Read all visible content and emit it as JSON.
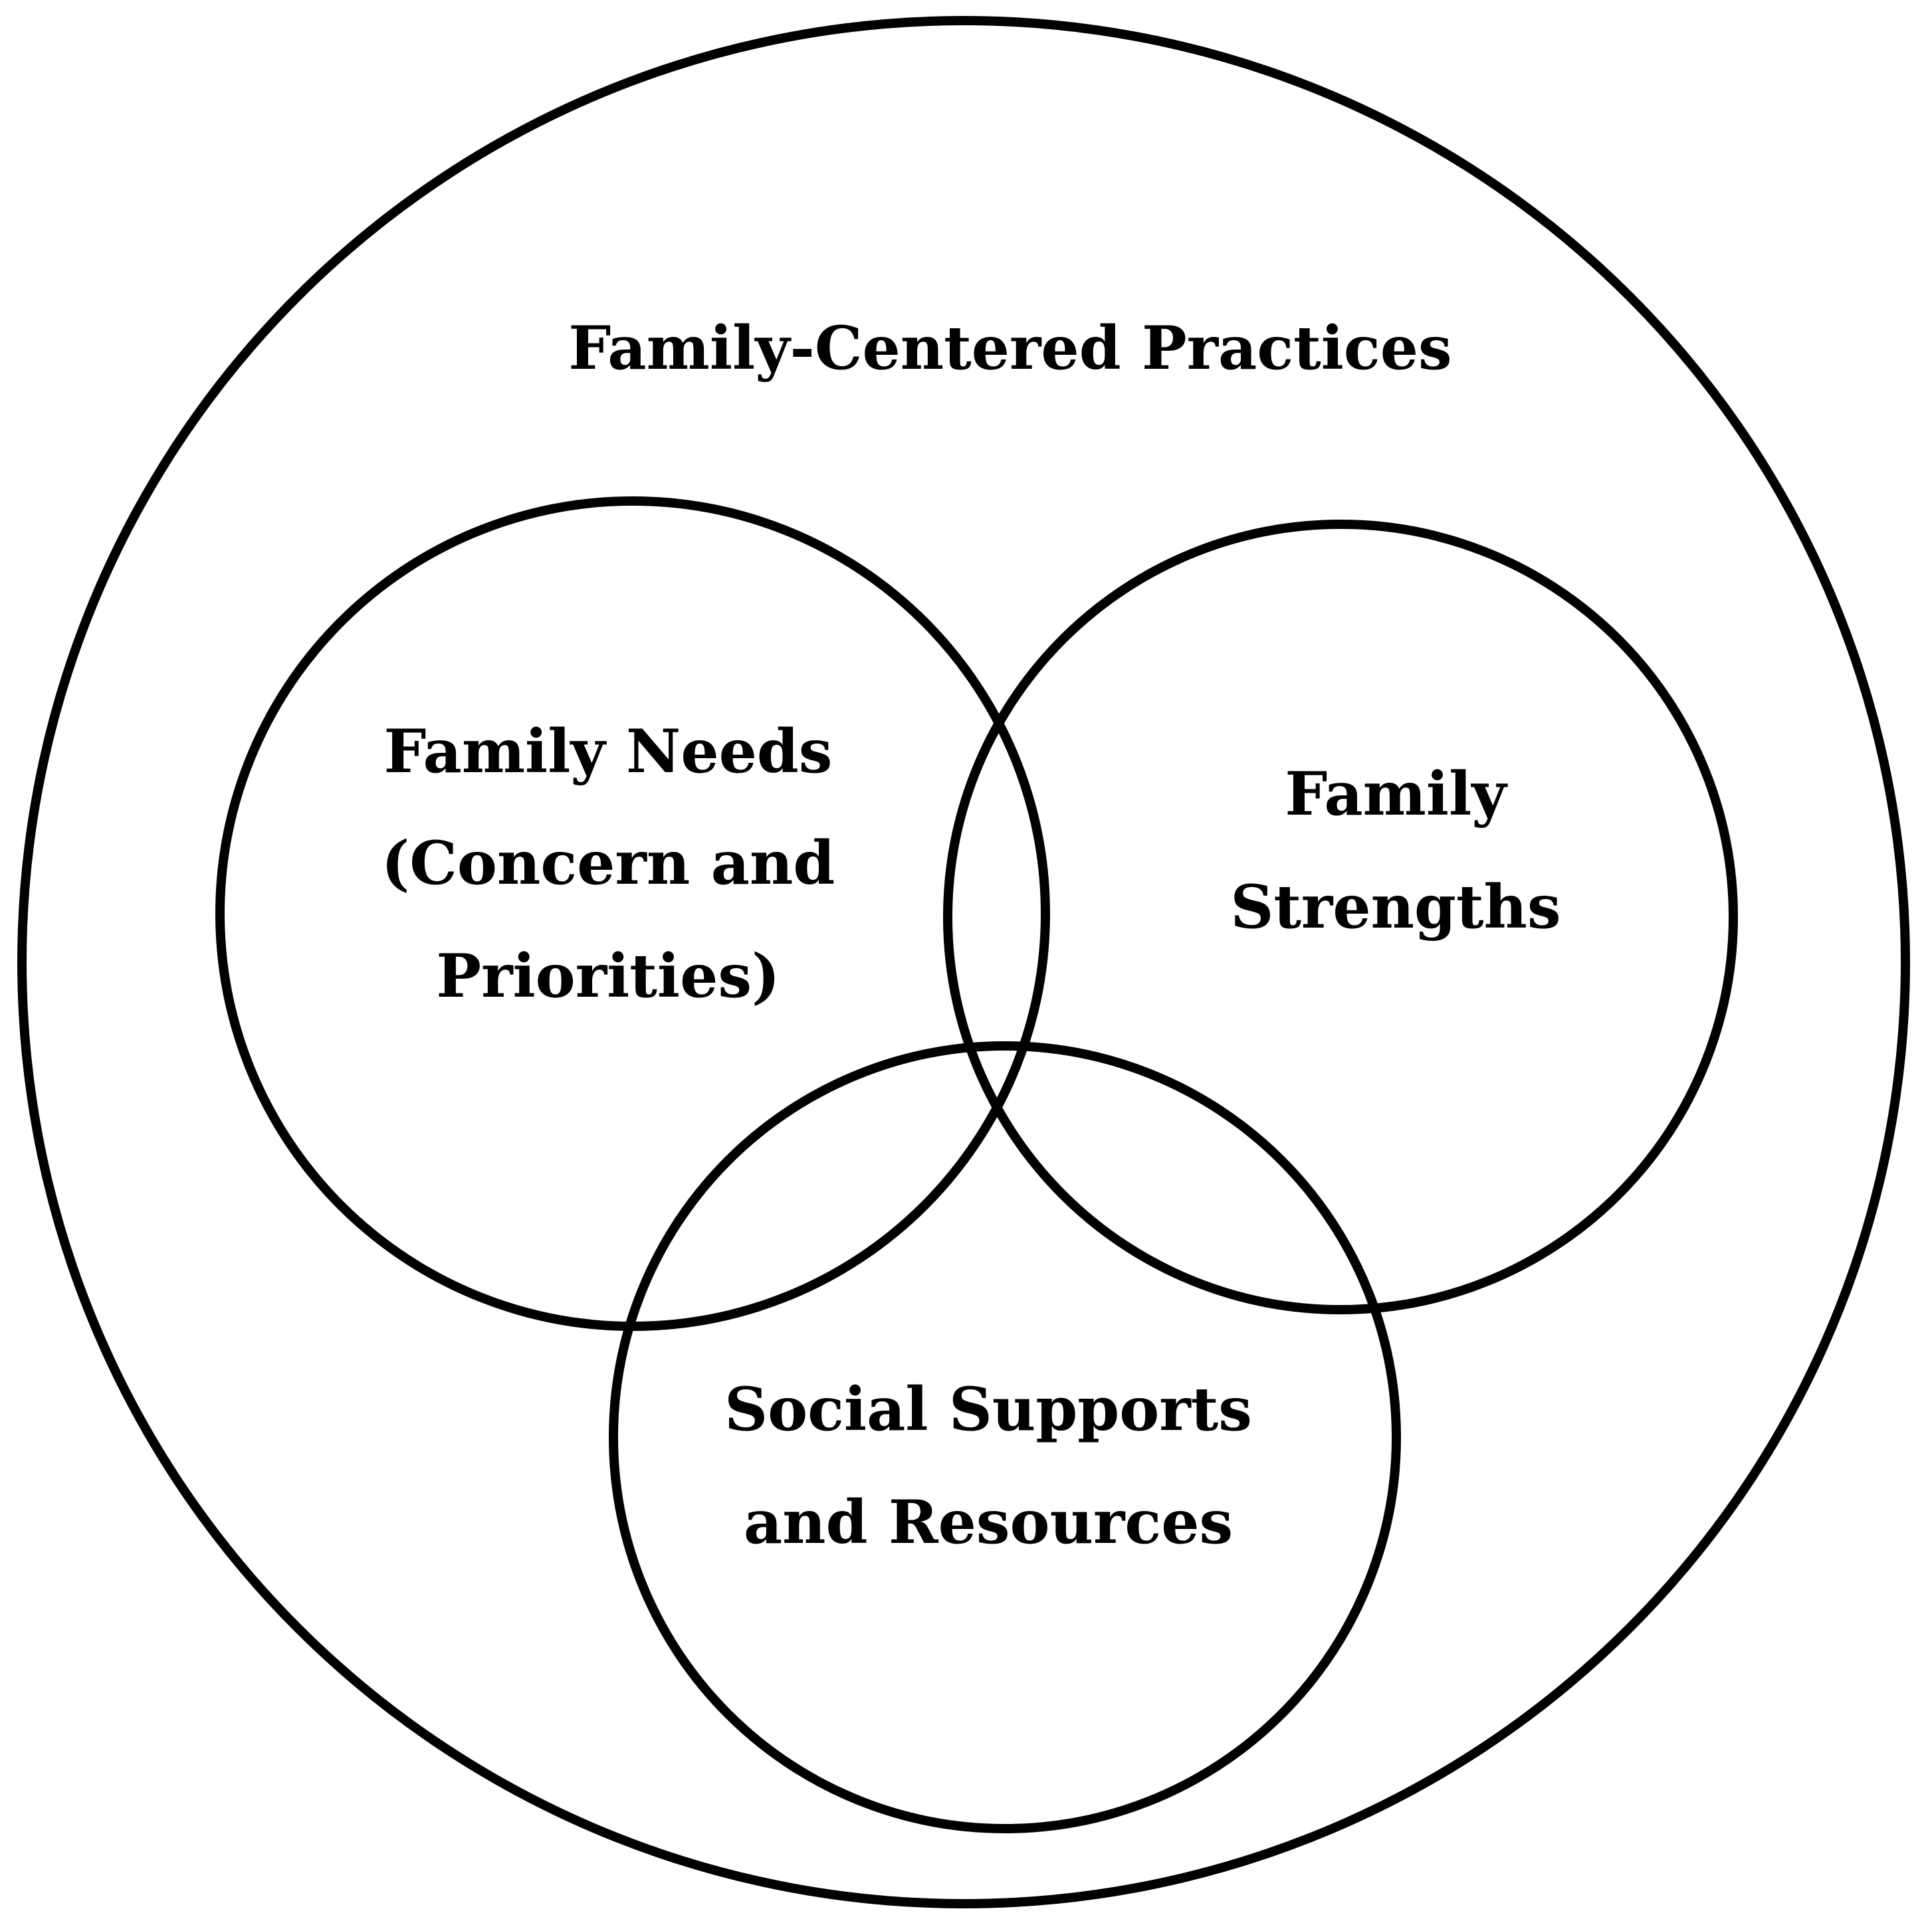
{
  "diagram": {
    "outer": {
      "title": "Family-Centered Practices"
    },
    "needs": {
      "line1": "Family Needs",
      "line2": "(Concern and",
      "line3": "Priorities)"
    },
    "strengths": {
      "line1": "Family",
      "line2": "Strengths"
    },
    "supports": {
      "line1": "Social Supports",
      "line2": "and Resources"
    },
    "colors": {
      "stroke": "#000000",
      "background": "#ffffff",
      "text": "#000000"
    }
  }
}
